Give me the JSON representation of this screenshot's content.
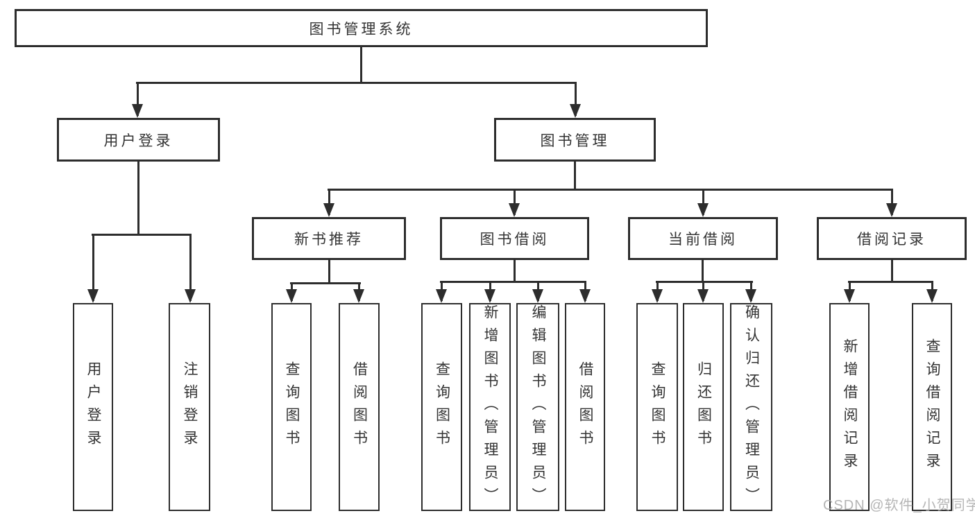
{
  "colors": {
    "background": "#ffffff",
    "line": "#2d2d2d",
    "text": "#333333",
    "box_fill": "#ffffff",
    "watermark": "#a9a9a9"
  },
  "tree": {
    "root": {
      "label": "图书管理系统"
    },
    "branches": [
      {
        "label": "用户登录",
        "children": [
          {
            "label": "用户登录"
          },
          {
            "label": "注销登录"
          }
        ]
      },
      {
        "label": "图书管理",
        "children": [
          {
            "label": "新书推荐",
            "children": [
              {
                "label": "查询图书"
              },
              {
                "label": "借阅图书"
              }
            ]
          },
          {
            "label": "图书借阅",
            "children": [
              {
                "label": "查询图书"
              },
              {
                "label": "新增图书（管理员）"
              },
              {
                "label": "编辑图书（管理员）"
              },
              {
                "label": "借阅图书"
              }
            ]
          },
          {
            "label": "当前借阅",
            "children": [
              {
                "label": "查询图书"
              },
              {
                "label": "归还图书"
              },
              {
                "label": "确认归还（管理员）"
              }
            ]
          },
          {
            "label": "借阅记录",
            "children": [
              {
                "label": "新增借阅记录"
              },
              {
                "label": "查询借阅记录"
              }
            ]
          }
        ]
      }
    ]
  },
  "watermark": {
    "text": "CSDN @软件_小贺同学"
  }
}
